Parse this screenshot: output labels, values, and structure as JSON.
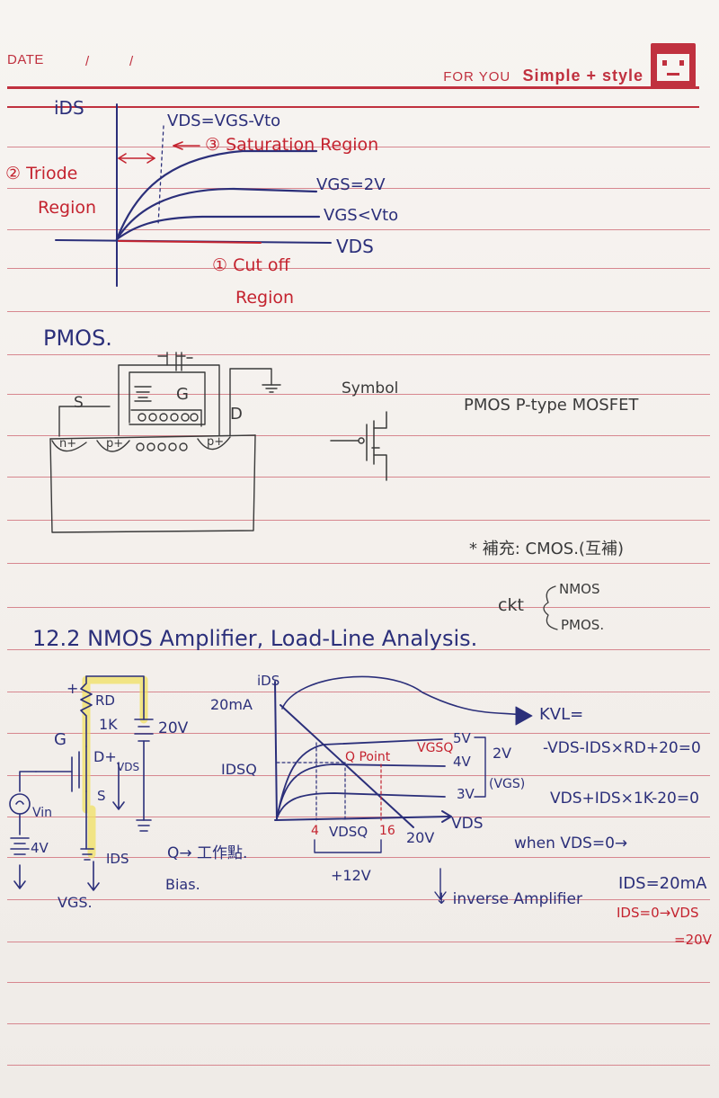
{
  "header": {
    "date_label": "DATE",
    "date_sep1": "/",
    "date_sep2": "/",
    "brand": "FOR YOU",
    "brand_script": "Simple + style"
  },
  "colors": {
    "ink_blue": "#2b2f7a",
    "ink_red": "#c4232f",
    "pencil": "#3a3a3a",
    "rule": "#d7878f",
    "brand": "#c0313f"
  },
  "graph1": {
    "y_axis": "iDS",
    "x_axis": "VDS",
    "boundary": "VDS=VGS-Vto",
    "sat": "③ Saturation Region",
    "triode1": "② Triode",
    "triode2": "Region",
    "curve1": "VGS=2V",
    "curve2": "VGS<Vto",
    "cutoff1": "① Cut off",
    "cutoff2": "Region"
  },
  "pmos": {
    "title": "PMOS.",
    "s": "S",
    "g": "G",
    "d": "D",
    "n": "n+",
    "p1": "p+",
    "p2": "p+",
    "symbol": "Symbol",
    "desc": "PMOS P-type MOSFET",
    "note": "* 補充: CMOS.(互補)",
    "ckt": "ckt",
    "nmos": "NMOS",
    "pmos": "PMOS."
  },
  "amp": {
    "title": "12.2  NMOS  Amplifier, Load-Line Analysis.",
    "plus": "+",
    "rd": "RD",
    "rd_val": "1K",
    "vsupply": "20V",
    "g": "G",
    "d": "D+",
    "vds": "VDS",
    "s": "S",
    "vin": "Vin",
    "vbias": "4V",
    "ids_arrow": "IDS",
    "vgs": "VGS.",
    "q_note": "Q→ 工作點.",
    "bias": "Bias.",
    "y_axis": "iDS",
    "ymax": "20mA",
    "idsq": "IDSQ",
    "qpoint": "Q Point",
    "vgsq": "VGSQ",
    "c5": "5V",
    "c4": "4V",
    "c3": "3V",
    "delta": "2V",
    "vgs_paren": "(VGS)",
    "x_axis": "VDS",
    "x4": "4",
    "xq": "VDSQ",
    "x16": "16",
    "x20": "20V",
    "swing": "+12V",
    "kvl": "KVL=",
    "eq1": "-VDS-IDS×RD+20=0",
    "eq2": "VDS+IDS×1K-20=0",
    "when": "when VDS=0→",
    "ids20": "IDS=20mA",
    "ids0": "IDS=0→VDS",
    "eq20": "=20V",
    "inverse": "↓ inverse Amplifier"
  }
}
